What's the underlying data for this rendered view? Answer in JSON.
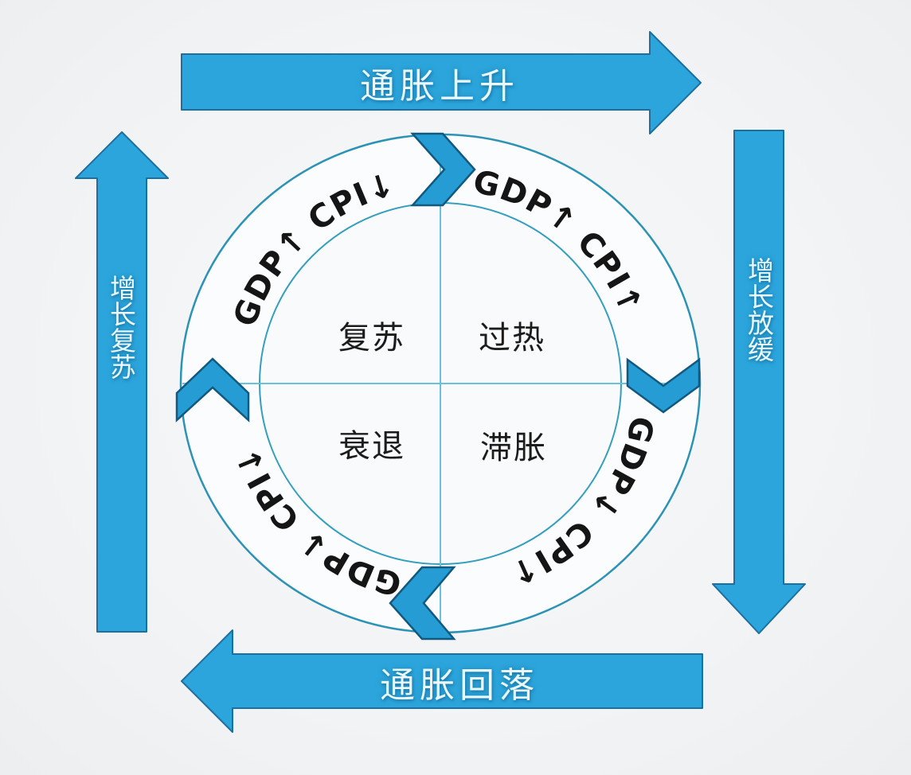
{
  "arrows": {
    "top": {
      "label": "通胀上升",
      "direction": "right"
    },
    "right": {
      "label": "增长放缓",
      "direction": "down"
    },
    "bottom": {
      "label": "通胀回落",
      "direction": "left"
    },
    "left": {
      "label": "增长复苏",
      "direction": "up"
    }
  },
  "ring_labels": {
    "top_left": "GDP↑ CPI↓",
    "top_right": "GDP↑ CPI↑",
    "bottom_right": "GDP↓ CPI↑",
    "bottom_left": "GDP↓ CPI↓"
  },
  "quadrants": {
    "top_left": "复苏",
    "top_right": "过热",
    "bottom_left": "衰退",
    "bottom_right": "滞胀"
  },
  "colors": {
    "arrow_blue": "#2BA5DB",
    "chevron_blue": "#259DD4",
    "arrow_outline": "#1D6FA0",
    "ring_outline": "#2D93B5",
    "divider_blue": "#66C2DD",
    "label_on_arrow": "#E9F9FF",
    "ring_text": "#151515",
    "quadrant_text": "#1C1C1C",
    "background": "#F1F3F5"
  }
}
